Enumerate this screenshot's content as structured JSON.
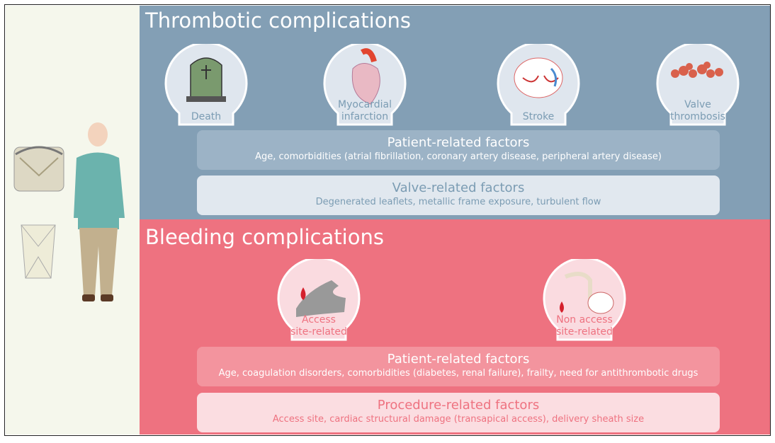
{
  "thrombotic": {
    "title": "Thrombotic complications",
    "outcomes": [
      {
        "label_lines": [
          "",
          "Death"
        ],
        "icon": "tombstone-icon"
      },
      {
        "label_lines": [
          "Myocardial",
          "infarction"
        ],
        "icon": "heart-icon"
      },
      {
        "label_lines": [
          "",
          "Stroke"
        ],
        "icon": "brain-icon"
      },
      {
        "label_lines": [
          "Valve",
          "thrombosis"
        ],
        "icon": "thrombus-icon"
      }
    ],
    "patient_factors": {
      "heading": "Patient-related factors",
      "text": "Age, comorbidities (atrial fibrillation, coronary artery disease, peripheral artery disease)"
    },
    "valve_factors": {
      "heading": "Valve-related factors",
      "text": "Degenerated leaflets, metallic frame exposure, turbulent flow"
    }
  },
  "bleeding": {
    "title": "Bleeding complications",
    "outcomes": [
      {
        "label_lines": [
          "Access",
          "site-related"
        ],
        "icon": "blood-vessel-icon"
      },
      {
        "label_lines": [
          "Non access",
          "site-related"
        ],
        "icon": "colon-brain-icon"
      }
    ],
    "patient_factors": {
      "heading": "Patient-related factors",
      "text": "Age, coagulation disorders, comorbidities (diabetes, renal failure), frailty, need for antithrombotic drugs"
    },
    "procedure_factors": {
      "heading": "Procedure-related factors",
      "text": "Access site, cardiac structural damage (transapical access), delivery sheath size"
    }
  },
  "colors": {
    "blue_panel": "#839fb5",
    "pink_panel": "#ee7280",
    "left_panel": "#f5f7ec"
  }
}
